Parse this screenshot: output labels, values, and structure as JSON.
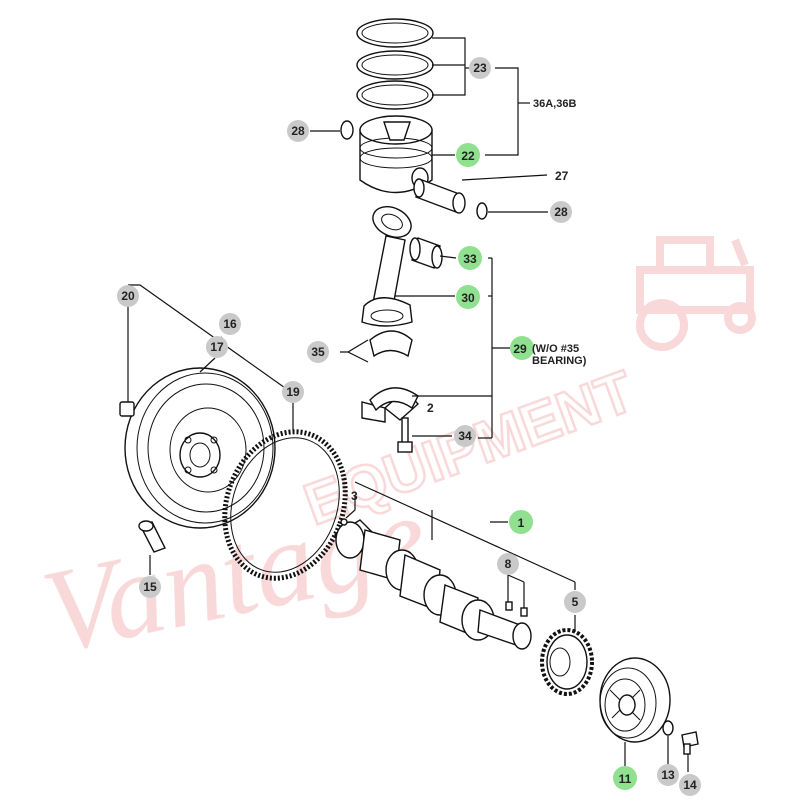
{
  "watermark": {
    "text": "Vantage",
    "text2": "EQUIPMENT"
  },
  "colors": {
    "badge_plain": "#c9c9c9",
    "badge_highlight": "#8fe08f",
    "watermark": "#f3b8b8"
  },
  "callouts": {
    "c1": "1",
    "c2": "2",
    "c3": "3",
    "c5": "5",
    "c8": "8",
    "c11": "11",
    "c13": "13",
    "c14": "14",
    "c15": "15",
    "c16": "16",
    "c17": "17",
    "c19": "19",
    "c20": "20",
    "c22": "22",
    "c23": "23",
    "c27": "27",
    "c28a": "28",
    "c28b": "28",
    "c29": "29",
    "c30": "30",
    "c33": "33",
    "c34": "34",
    "c35": "35"
  },
  "notes": {
    "piston_set": "36A,36B",
    "bearing_note_line1": "(W/O #35",
    "bearing_note_line2": "BEARING)"
  }
}
